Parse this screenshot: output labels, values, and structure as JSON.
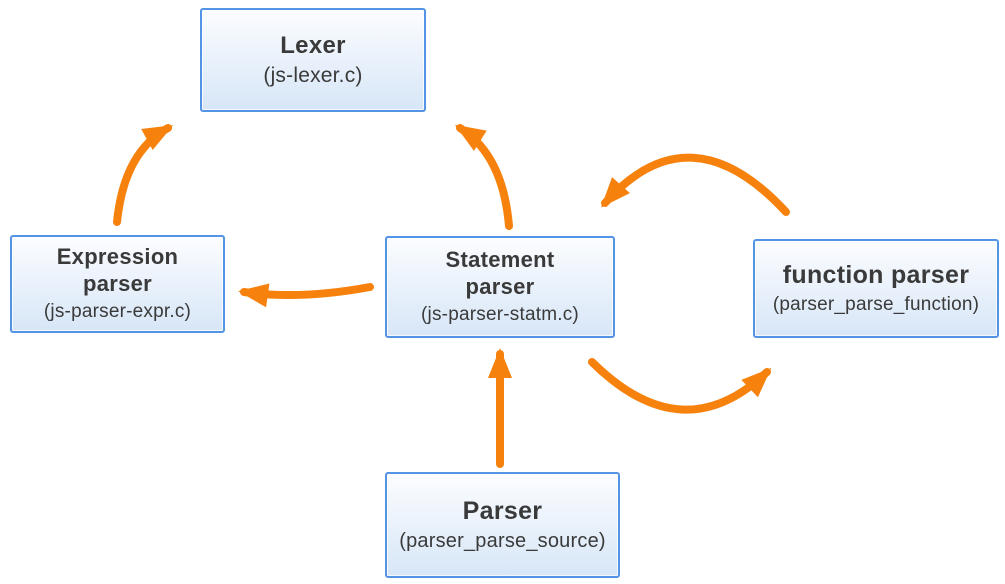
{
  "colors": {
    "arrow": "#F6820D",
    "node_border": "#5494E4",
    "node_fill_top": "#FCFDFF",
    "node_fill_bottom": "#D7E6F7",
    "text": "#3A3A3A"
  },
  "nodes": {
    "lexer": {
      "title": "Lexer",
      "subtitle": "(js-lexer.c)"
    },
    "expression_parser": {
      "title": "Expression parser",
      "subtitle": "(js-parser-expr.c)"
    },
    "statement_parser": {
      "title": "Statement parser",
      "subtitle": "(js-parser-statm.c)"
    },
    "function_parser": {
      "title": "function parser",
      "subtitle": "(parser_parse_function)"
    },
    "parser": {
      "title": "Parser",
      "subtitle": "(parser_parse_source)"
    }
  },
  "edges": [
    {
      "from": "expression_parser",
      "to": "lexer"
    },
    {
      "from": "statement_parser",
      "to": "lexer"
    },
    {
      "from": "statement_parser",
      "to": "expression_parser"
    },
    {
      "from": "function_parser",
      "to": "statement_parser"
    },
    {
      "from": "statement_parser",
      "to": "function_parser"
    },
    {
      "from": "parser",
      "to": "statement_parser"
    }
  ]
}
